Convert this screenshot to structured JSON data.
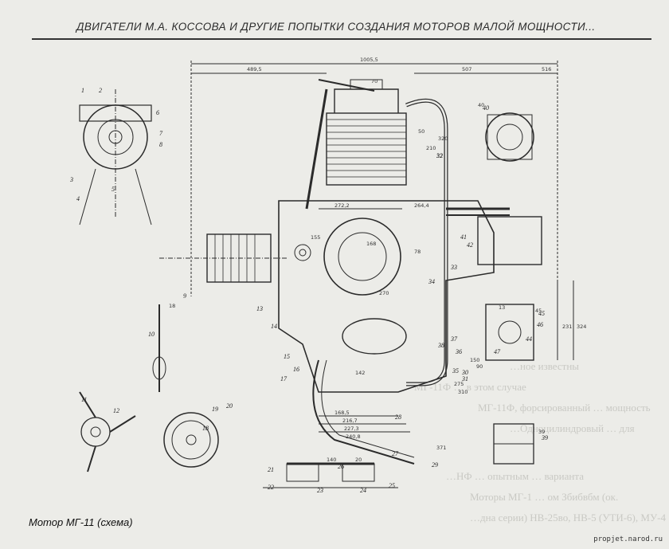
{
  "header": {
    "title": "ДВИГАТЕЛИ М.А. КОССОВА И ДРУГИЕ ПОПЫТКИ СОЗДАНИЯ МОТОРОВ МАЛОЙ МОЩНОСТИ..."
  },
  "figure": {
    "caption": "Мотор МГ-11 (схема)",
    "dimensions": [
      "1005,5",
      "489,5",
      "507",
      "516",
      "70",
      "50",
      "320",
      "210",
      "32",
      "272,2",
      "264,4",
      "168",
      "155",
      "78",
      "270",
      "142",
      "168,5",
      "216,7",
      "227,3",
      "240,8",
      "140",
      "20",
      "310",
      "275",
      "150",
      "90",
      "231",
      "324",
      "371",
      "13",
      "45",
      "40",
      "39",
      "18"
    ],
    "callouts": [
      "1",
      "2",
      "3",
      "4",
      "5",
      "6",
      "7",
      "8",
      "9",
      "10",
      "11",
      "12",
      "13",
      "14",
      "15",
      "16",
      "17",
      "18",
      "19",
      "20",
      "21",
      "22",
      "23",
      "24",
      "25",
      "26",
      "27",
      "28",
      "29",
      "30",
      "31",
      "32",
      "33",
      "34",
      "35",
      "36",
      "37",
      "38",
      "39",
      "40",
      "41",
      "42",
      "44",
      "45",
      "46",
      "47"
    ]
  },
  "bleed_text": {
    "lines": [
      "…ное известны",
      "МГ-11Ф … в этом случае",
      "МГ-11Ф, форсированный … мощность",
      "…Одноцилиндровый … для",
      "…НФ … опытным … варианта",
      "Моторы МГ-1 … ом Збибвбм (ок.",
      "…дна серии) НВ-25во, НВ-5 (УТИ-6), МУ-4"
    ]
  },
  "watermark": {
    "text": "propjet.narod.ru"
  }
}
